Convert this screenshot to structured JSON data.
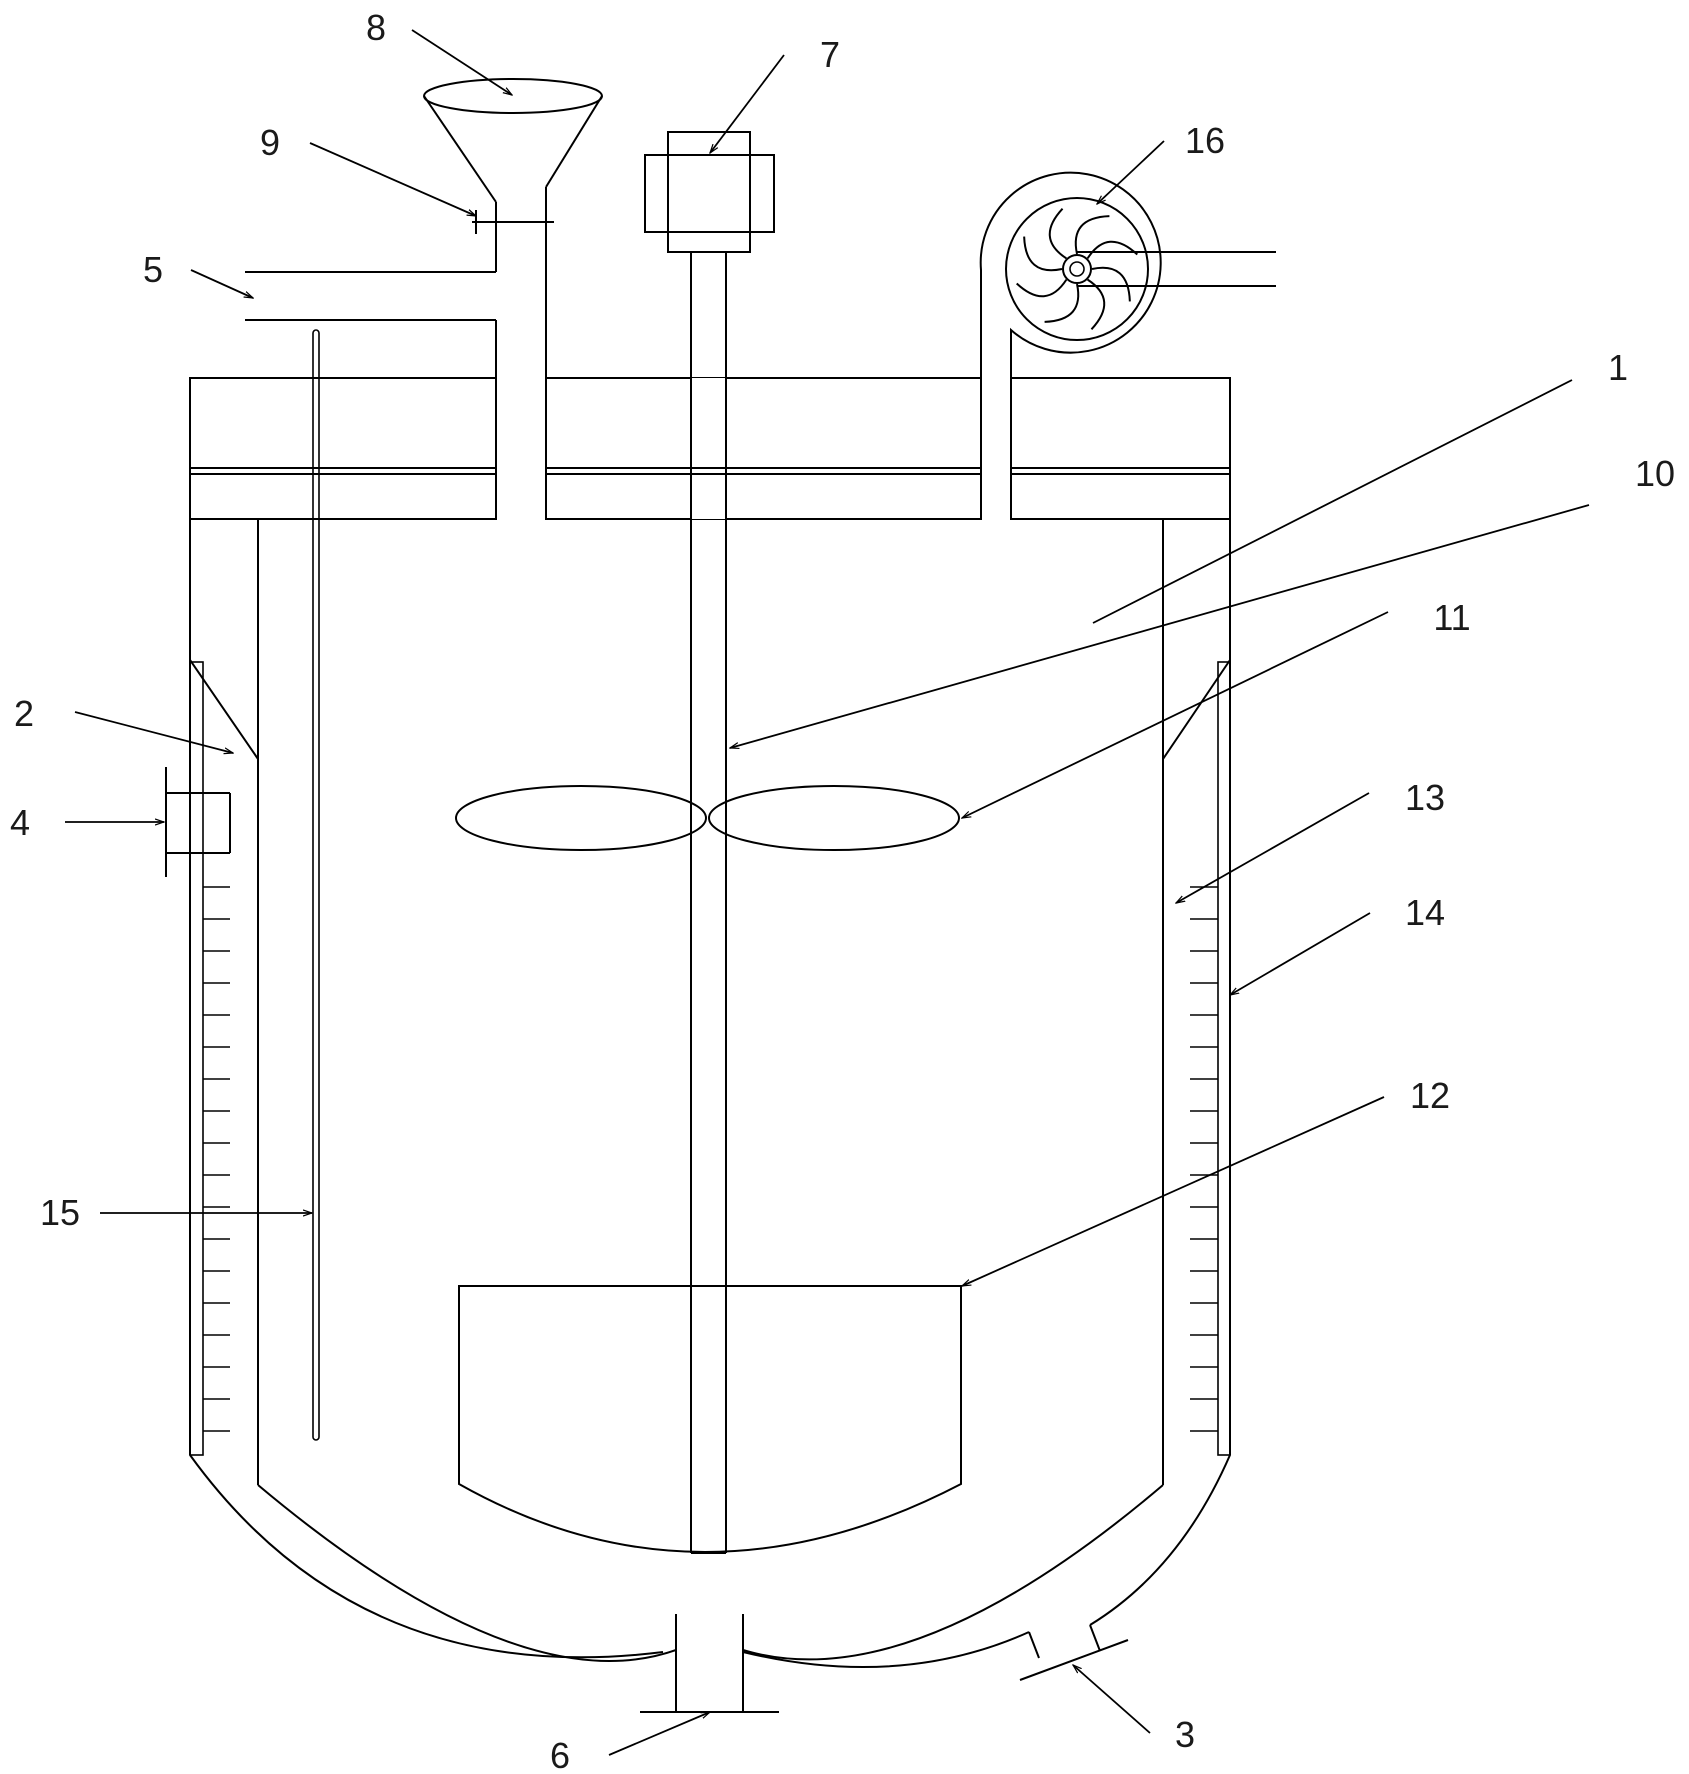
{
  "figure": {
    "labels": {
      "l1": "1",
      "l2": "2",
      "l3": "3",
      "l4": "4",
      "l5": "5",
      "l6": "6",
      "l7": "7",
      "l8": "8",
      "l9": "9",
      "l10": "10",
      "l11": "11",
      "l12": "12",
      "l13": "13",
      "l14": "14",
      "l15": "15",
      "l16": "16"
    }
  },
  "colors": {
    "line": "#000000",
    "background": "#ffffff"
  }
}
